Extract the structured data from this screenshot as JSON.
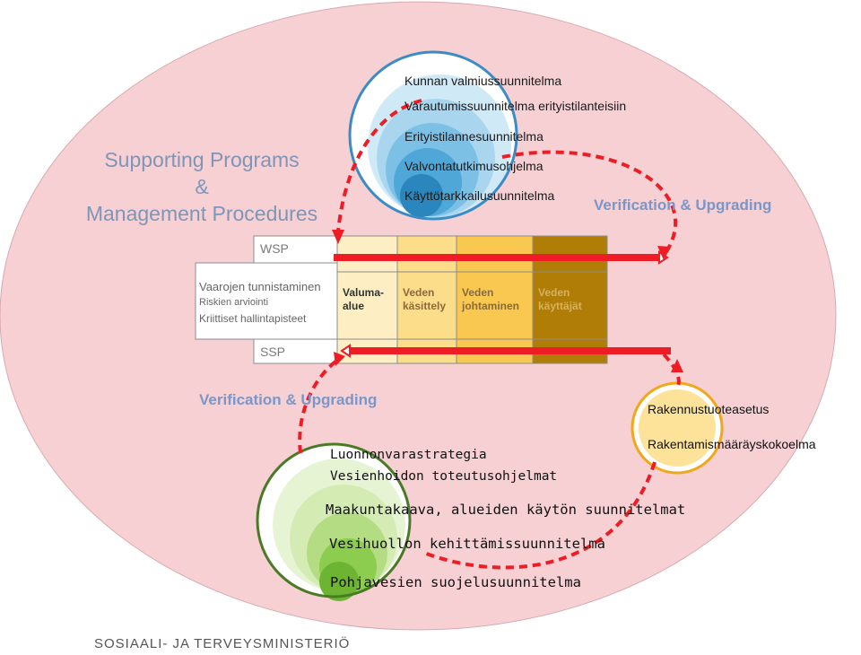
{
  "supporting": {
    "line1": "Supporting Programs",
    "line2": "&",
    "line3": "Management Procedures"
  },
  "verification_top": "Verification & Upgrading",
  "verification_left": "Verification & Upgrading",
  "blue_programs": [
    "Kunnan valmiussuunnitelma",
    "Varautumissuunnitelma  erityistilanteisiin",
    "Erityistilannesuunnitelma",
    "Valvontatutkimusohjelma",
    "Käyttötarkkailusuunnitelma"
  ],
  "wsp": {
    "label": "WSP",
    "hazard": [
      "Vaarojen tunnistaminen",
      "Riskien arviointi",
      "Kriittiset hallintapisteet"
    ],
    "stages": [
      {
        "line1": "Valuma-",
        "line2": "alue",
        "color": "#fdeec3",
        "text_color": "#333333"
      },
      {
        "line1": "Veden",
        "line2": "käsittely",
        "color": "#fbdd8a",
        "text_color": "#8a6a3a"
      },
      {
        "line1": "Veden",
        "line2": "johtaminen",
        "color": "#f8c850",
        "text_color": "#8a6a3a"
      },
      {
        "line1": "Veden",
        "line2": "käyttäjät",
        "color": "#b07e06",
        "text_color": "#d7b060"
      }
    ]
  },
  "ssp": {
    "label": "SSP"
  },
  "regulations": [
    "Rakennustuoteasetus",
    "Rakentamismääräyskokoelma"
  ],
  "green_programs": [
    "Luonnonvarastrategia",
    "Vesienhoidon toteutusohjelmat",
    "Maakuntakaava, alueiden käytön suunnitelmat",
    "Vesihuollon kehittämissuunnitelma",
    "Pohjavesien suojelusuunnitelma"
  ],
  "footer": "SOSIAALI- JA TERVEYSMINISTERIÖ",
  "colors": {
    "big_circle": "#f6d0d3",
    "arrows": "#ee1c25",
    "blue_ring": "#3b8cc4",
    "green_ring": "#4a7a25",
    "orange_ring": "#f0a818"
  }
}
